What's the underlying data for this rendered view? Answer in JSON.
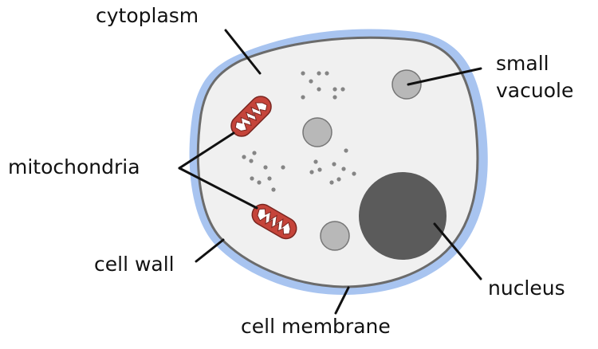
{
  "title": "Animal/plant-like cell diagram",
  "colors": {
    "cell_wall": "#a8c4f0",
    "cell_membrane": "#6b6b6b",
    "cytoplasm": "#f0f0f0",
    "vacuole_fill": "#b8b8b8",
    "vacuole_stroke": "#767676",
    "nucleus": "#5b5b5b",
    "mitochondria_fill": "#c5443a",
    "mitochondria_stroke": "#7a2620",
    "ribosome_dot": "#858585",
    "leader_line": "#111111"
  },
  "labels": {
    "cytoplasm": "cytoplasm",
    "small_vacuole_line1": "small",
    "small_vacuole_line2": "vacuole",
    "mitochondria": "mitochondria",
    "cell_wall": "cell wall",
    "cell_membrane": "cell membrane",
    "nucleus": "nucleus"
  },
  "components": [
    "cell wall",
    "cell membrane",
    "cytoplasm",
    "nucleus",
    "small vacuole",
    "vacuoles",
    "mitochondria",
    "ribosomes"
  ]
}
